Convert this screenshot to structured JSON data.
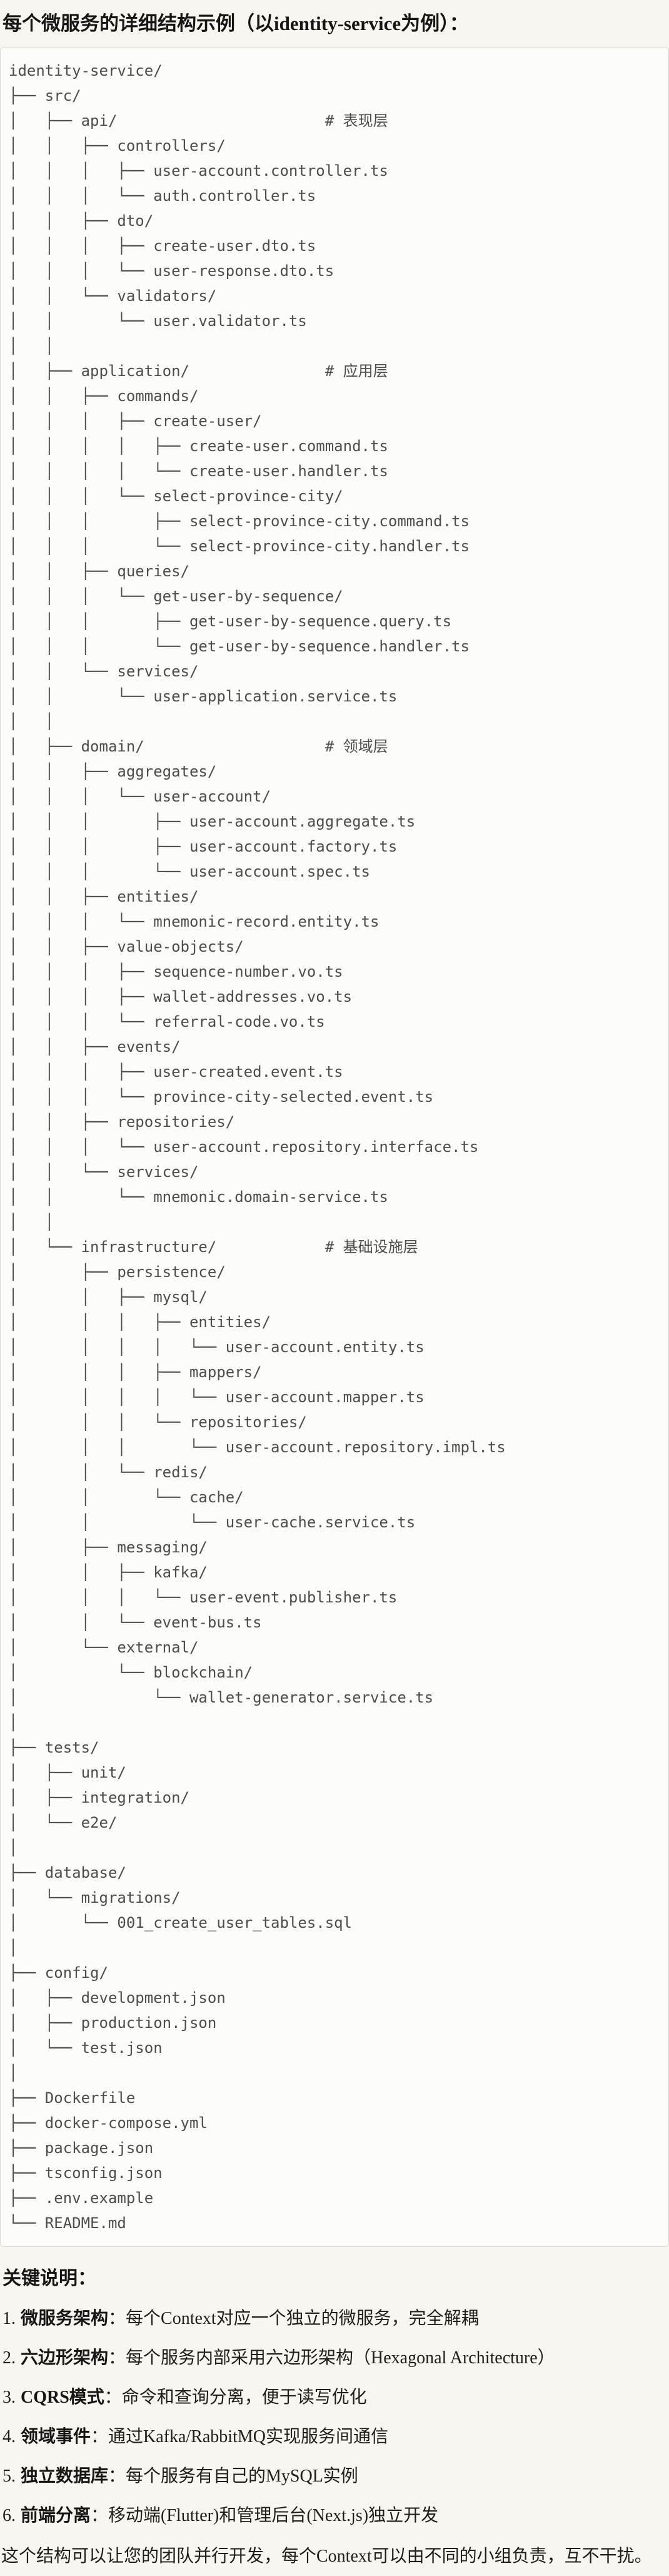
{
  "page": {
    "title": "每个微服务的详细结构示例（以identity-service为例）：",
    "colors": {
      "page_bg": "#f8f6f1",
      "code_bg": "#fcfcfa",
      "code_border": "#dcdad2",
      "code_text": "#4e4d49",
      "text": "#1f1e1b"
    }
  },
  "code_block": {
    "lines": [
      "identity-service/",
      "├── src/",
      "│   ├── api/                       # 表现层",
      "│   │   ├── controllers/",
      "│   │   │   ├── user-account.controller.ts",
      "│   │   │   └── auth.controller.ts",
      "│   │   ├── dto/",
      "│   │   │   ├── create-user.dto.ts",
      "│   │   │   └── user-response.dto.ts",
      "│   │   └── validators/",
      "│   │       └── user.validator.ts",
      "│   │",
      "│   ├── application/               # 应用层",
      "│   │   ├── commands/",
      "│   │   │   ├── create-user/",
      "│   │   │   │   ├── create-user.command.ts",
      "│   │   │   │   └── create-user.handler.ts",
      "│   │   │   └── select-province-city/",
      "│   │   │       ├── select-province-city.command.ts",
      "│   │   │       └── select-province-city.handler.ts",
      "│   │   ├── queries/",
      "│   │   │   └── get-user-by-sequence/",
      "│   │   │       ├── get-user-by-sequence.query.ts",
      "│   │   │       └── get-user-by-sequence.handler.ts",
      "│   │   └── services/",
      "│   │       └── user-application.service.ts",
      "│   │",
      "│   ├── domain/                    # 领域层",
      "│   │   ├── aggregates/",
      "│   │   │   └── user-account/",
      "│   │   │       ├── user-account.aggregate.ts",
      "│   │   │       ├── user-account.factory.ts",
      "│   │   │       └── user-account.spec.ts",
      "│   │   ├── entities/",
      "│   │   │   └── mnemonic-record.entity.ts",
      "│   │   ├── value-objects/",
      "│   │   │   ├── sequence-number.vo.ts",
      "│   │   │   ├── wallet-addresses.vo.ts",
      "│   │   │   └── referral-code.vo.ts",
      "│   │   ├── events/",
      "│   │   │   ├── user-created.event.ts",
      "│   │   │   └── province-city-selected.event.ts",
      "│   │   ├── repositories/",
      "│   │   │   └── user-account.repository.interface.ts",
      "│   │   └── services/",
      "│   │       └── mnemonic.domain-service.ts",
      "│   │",
      "│   └── infrastructure/            # 基础设施层",
      "│       ├── persistence/",
      "│       │   ├── mysql/",
      "│       │   │   ├── entities/",
      "│       │   │   │   └── user-account.entity.ts",
      "│       │   │   ├── mappers/",
      "│       │   │   │   └── user-account.mapper.ts",
      "│       │   │   └── repositories/",
      "│       │   │       └── user-account.repository.impl.ts",
      "│       │   └── redis/",
      "│       │       └── cache/",
      "│       │           └── user-cache.service.ts",
      "│       ├── messaging/",
      "│       │   ├── kafka/",
      "│       │   │   └── user-event.publisher.ts",
      "│       │   └── event-bus.ts",
      "│       └── external/",
      "│           └── blockchain/",
      "│               └── wallet-generator.service.ts",
      "│",
      "├── tests/",
      "│   ├── unit/",
      "│   ├── integration/",
      "│   └── e2e/",
      "│",
      "├── database/",
      "│   └── migrations/",
      "│       └── 001_create_user_tables.sql",
      "│",
      "├── config/",
      "│   ├── development.json",
      "│   ├── production.json",
      "│   └── test.json",
      "│",
      "├── Dockerfile",
      "├── docker-compose.yml",
      "├── package.json",
      "├── tsconfig.json",
      "├── .env.example",
      "└── README.md"
    ]
  },
  "notes": {
    "heading": "关键说明：",
    "items": [
      {
        "num": "1.",
        "label": "微服务架构",
        "text": "：每个Context对应一个独立的微服务，完全解耦"
      },
      {
        "num": "2.",
        "label": "六边形架构",
        "text": "：每个服务内部采用六边形架构（Hexagonal Architecture）"
      },
      {
        "num": "3.",
        "label": "CQRS模式",
        "text": "：命令和查询分离，便于读写优化"
      },
      {
        "num": "4.",
        "label": "领域事件",
        "text": "：通过Kafka/RabbitMQ实现服务间通信"
      },
      {
        "num": "5.",
        "label": "独立数据库",
        "text": "：每个服务有自己的MySQL实例"
      },
      {
        "num": "6.",
        "label": "前端分离",
        "text": "：移动端(Flutter)和管理后台(Next.js)独立开发"
      }
    ],
    "footer": "这个结构可以让您的团队并行开发，每个Context可以由不同的小组负责，互不干扰。"
  }
}
